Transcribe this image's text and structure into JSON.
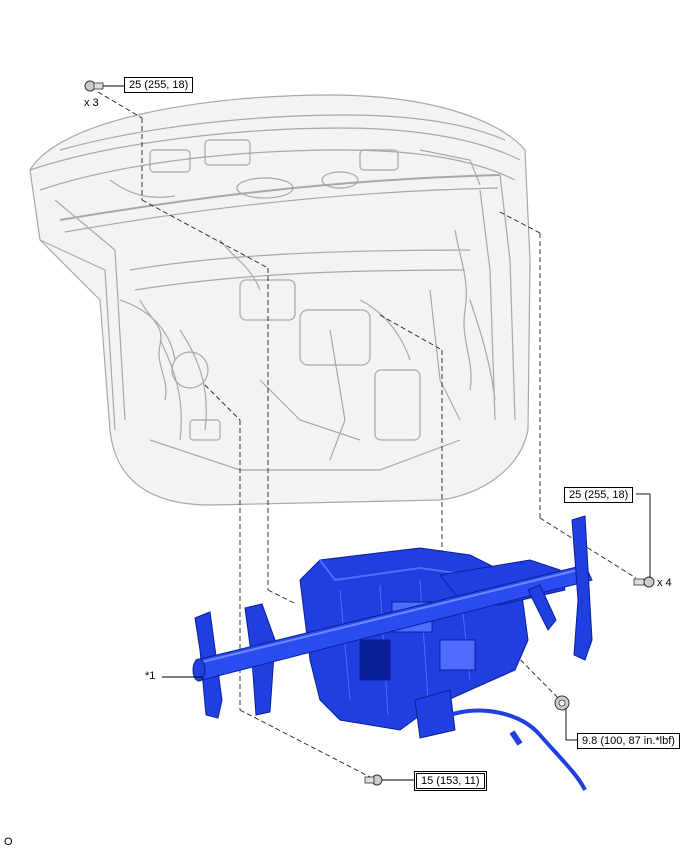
{
  "callouts": {
    "torque_top": "25 (255, 18)",
    "qty_top": "x 3",
    "torque_right": "25 (255, 18)",
    "qty_right": "x 4",
    "torque_nut": "9.8 (100, 87 in.*lbf)",
    "torque_bottom": "15 (153, 11)",
    "part_ref": "*1",
    "corner_mark": "O"
  },
  "colors": {
    "part_blue": "#1f3fe0",
    "part_blue_dark": "#0a1f9a",
    "part_blue_light": "#4f6cff",
    "vehicle_line": "#a8a8a8",
    "vehicle_fill": "#eeeeee"
  },
  "icons": {
    "bolt": "bolt-icon",
    "nut": "nut-icon"
  }
}
